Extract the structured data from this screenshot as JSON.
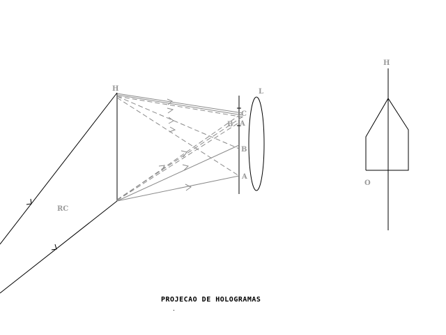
{
  "labels": {
    "hologram_left": "H",
    "lens": "L",
    "reference_beam": "RC",
    "image_c": "C",
    "image_b_upper": "B",
    "image_a_upper": "A",
    "image_b_lower": "B",
    "image_a_lower": "A",
    "hologram_right": "H",
    "object": "O"
  },
  "title": "PROJECAO DE HOLOGRAMAS",
  "colors": {
    "ink": "#000000",
    "ray_gray": "#8a8a8a",
    "label_gray": "#9a9a9a"
  }
}
